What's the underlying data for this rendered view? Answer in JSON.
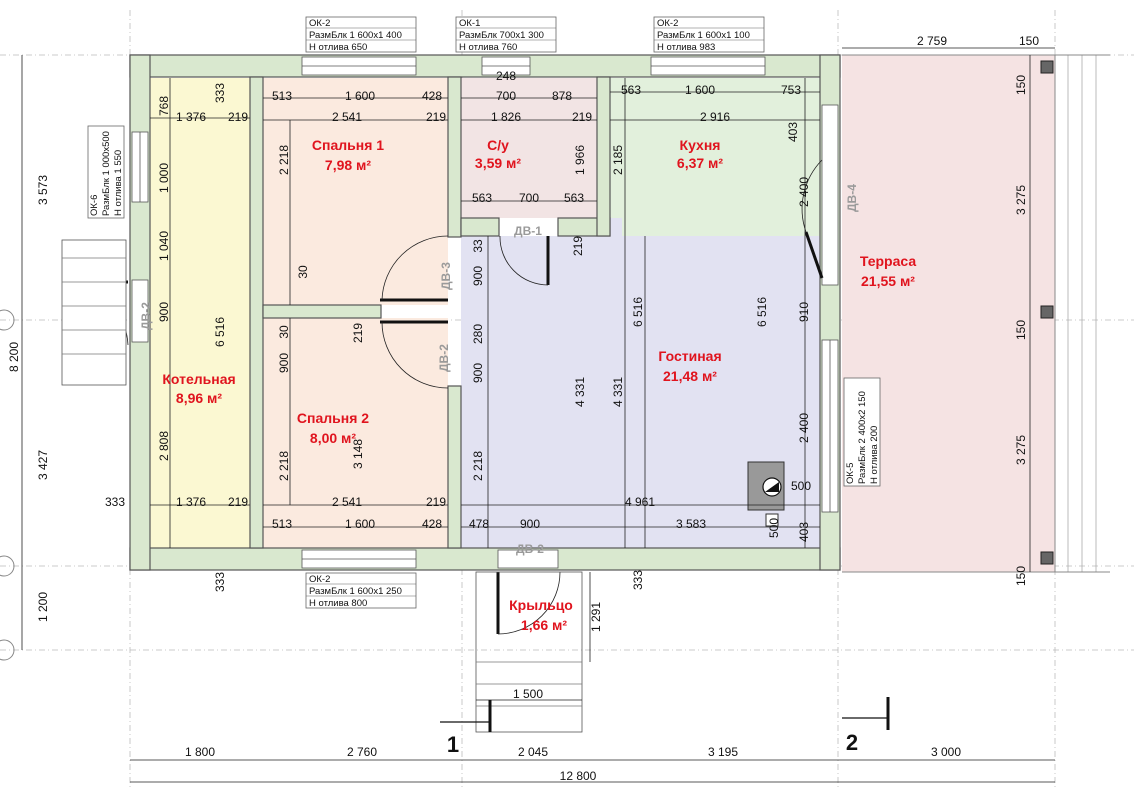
{
  "colors": {
    "kotelnaya": "#fbf8d2",
    "spalnya": "#fbeadf",
    "su": "#f2e4e4",
    "kuhnya": "#e2f0dc",
    "gostinaya": "#e2e2f2",
    "terrasa": "#f5e3e3",
    "wall_fill": "#d9e8cf",
    "room_label": "#e0141e"
  },
  "rooms": {
    "kotelnaya": {
      "name": "Котельная",
      "area": "8,96 м²"
    },
    "spalnya1": {
      "name": "Спальня 1",
      "area": "7,98 м²"
    },
    "spalnya2": {
      "name": "Спальня 2",
      "area": "8,00 м²"
    },
    "su": {
      "name": "С/у",
      "area": "3,59 м²"
    },
    "kuhnya": {
      "name": "Кухня",
      "area": "6,37 м²"
    },
    "gostinaya": {
      "name": "Гостиная",
      "area": "21,48 м²"
    },
    "terrasa": {
      "name": "Терраса",
      "area": "21,55 м²"
    },
    "krylco": {
      "name": "Крыльцо",
      "area": "1,66 м²"
    }
  },
  "doors": {
    "dv1": "ДВ-1",
    "dv2_left": "ДВ-2",
    "dv2_bed": "ДВ-2",
    "dv2_bottom": "ДВ-2",
    "dv3": "ДВ-3",
    "dv4": "ДВ-4"
  },
  "windows": {
    "ok2_top_left": {
      "mark": "ОК-2",
      "size": "РазмБлк  1 600х1 400",
      "sill": "Н отлива  650"
    },
    "ok1_top": {
      "mark": "ОК-1",
      "size": "РазмБлк  700х1 300",
      "sill": "Н отлива  760"
    },
    "ok2_top_right": {
      "mark": "ОК-2",
      "size": "РазмБлк  1 600х1 100",
      "sill": "Н отлива  983"
    },
    "ok2_bottom": {
      "mark": "ОК-2",
      "size": "РазмБлк  1 600х1 250",
      "sill": "Н отлива  800"
    },
    "ok6_left": {
      "mark": "ОК-6",
      "size": "РазмБлк  1 000х500",
      "sill": "Н отлива  1 550"
    },
    "ok5_right": {
      "mark": "ОК-5",
      "size": "РазмБлк  2 400х2 150",
      "sill": "Н отлива  200"
    }
  },
  "axes": {
    "a1": "1",
    "a2": "2"
  },
  "dims": {
    "b1": "1 800",
    "b2": "2 760",
    "b3": "2 045",
    "b4": "3 195",
    "b5": "3 000",
    "total": "12 800",
    "t_2759": "2 759",
    "t_150": "150",
    "l_3573": "3 573",
    "l_8200": "8 200",
    "l_3427": "3 427",
    "l_1200": "1 200",
    "r_150a": "150",
    "r_3275a": "3 275",
    "r_150b": "150",
    "r_3275b": "3 275",
    "r_150c": "150",
    "k_768": "768",
    "k_1376": "1 376",
    "k_219": "219",
    "k_333": "333",
    "k_1000": "1 000",
    "k_1040": "1 040",
    "k_900": "900",
    "k_6516": "6 516",
    "k_2808": "2 808",
    "k_333b": "333",
    "k_1376b": "1 376",
    "k_219b": "219",
    "k_333c": "333",
    "s1_513": "513",
    "s1_1600": "1 600",
    "s1_428": "428",
    "s1_2541": "2 541",
    "s1_219": "219",
    "s1_2218": "2 218",
    "s1_30": "30",
    "s2_900": "900",
    "s2_30": "30",
    "s2_219": "219",
    "s2_3148": "3 148",
    "s2_2218": "2 218",
    "s2_2541": "2 541",
    "s2_219b": "219",
    "s2_513": "513",
    "s2_1600": "1 600",
    "s2_428": "428",
    "su_248": "248",
    "su_700": "700",
    "su_878": "878",
    "su_1826": "1 826",
    "su_219": "219",
    "su_1966": "1 966",
    "su_563a": "563",
    "su_700b": "700",
    "su_563b": "563",
    "su_33": "33",
    "ku_563": "563",
    "ku_1600": "1 600",
    "ku_753": "753",
    "ku_2916": "2 916",
    "ku_403": "403",
    "ku_2185": "2 185",
    "ku_2400": "2 400",
    "g_219": "219",
    "g_900": "900",
    "g_280": "280",
    "g_900b": "900",
    "g_6516": "6 516",
    "g_4331": "4 331",
    "g_4331b": "4 331",
    "g_6516b": "6 516",
    "g_910": "910",
    "g_2400": "2 400",
    "g_2218": "2 218",
    "g_4961": "4 961",
    "g_500": "500",
    "g_478": "478",
    "g_900c": "900",
    "g_3583": "3 583",
    "g_500b": "500",
    "g_403": "403",
    "p_1291": "1 291",
    "p_1500": "1 500"
  }
}
